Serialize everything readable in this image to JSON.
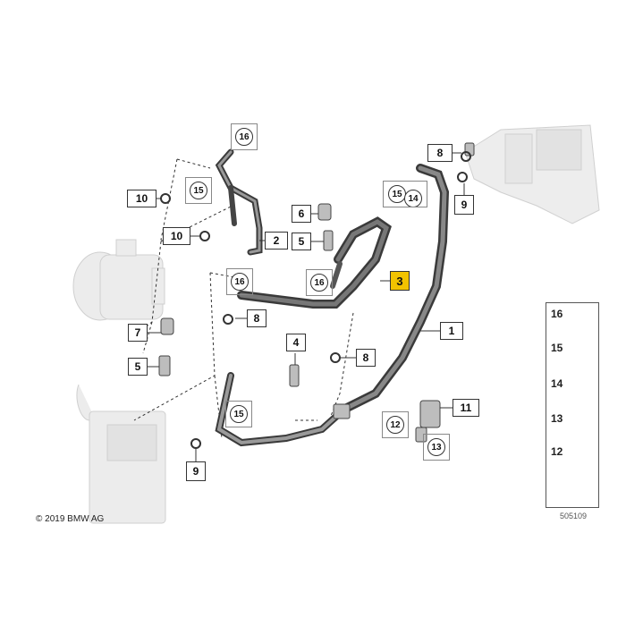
{
  "callouts": {
    "c1": "1",
    "c2": "2",
    "c3": "3",
    "c4": "4",
    "c5a": "5",
    "c5b": "5",
    "c6": "6",
    "c7": "7",
    "c8a": "8",
    "c8b": "8",
    "c8c": "8",
    "c9a": "9",
    "c9b": "9",
    "c10a": "10",
    "c10b": "10",
    "c11": "11",
    "c12": "12",
    "c13": "13",
    "c14": "14",
    "c15a": "15",
    "c15b": "15",
    "c15c": "15",
    "c16a": "16",
    "c16b": "16",
    "c16c": "16"
  },
  "legend": [
    "16",
    "15",
    "14",
    "13",
    "12"
  ],
  "copyright": "© 2019 BMW AG",
  "diagram_number": "505109",
  "colors": {
    "highlight": "#f2c300"
  }
}
